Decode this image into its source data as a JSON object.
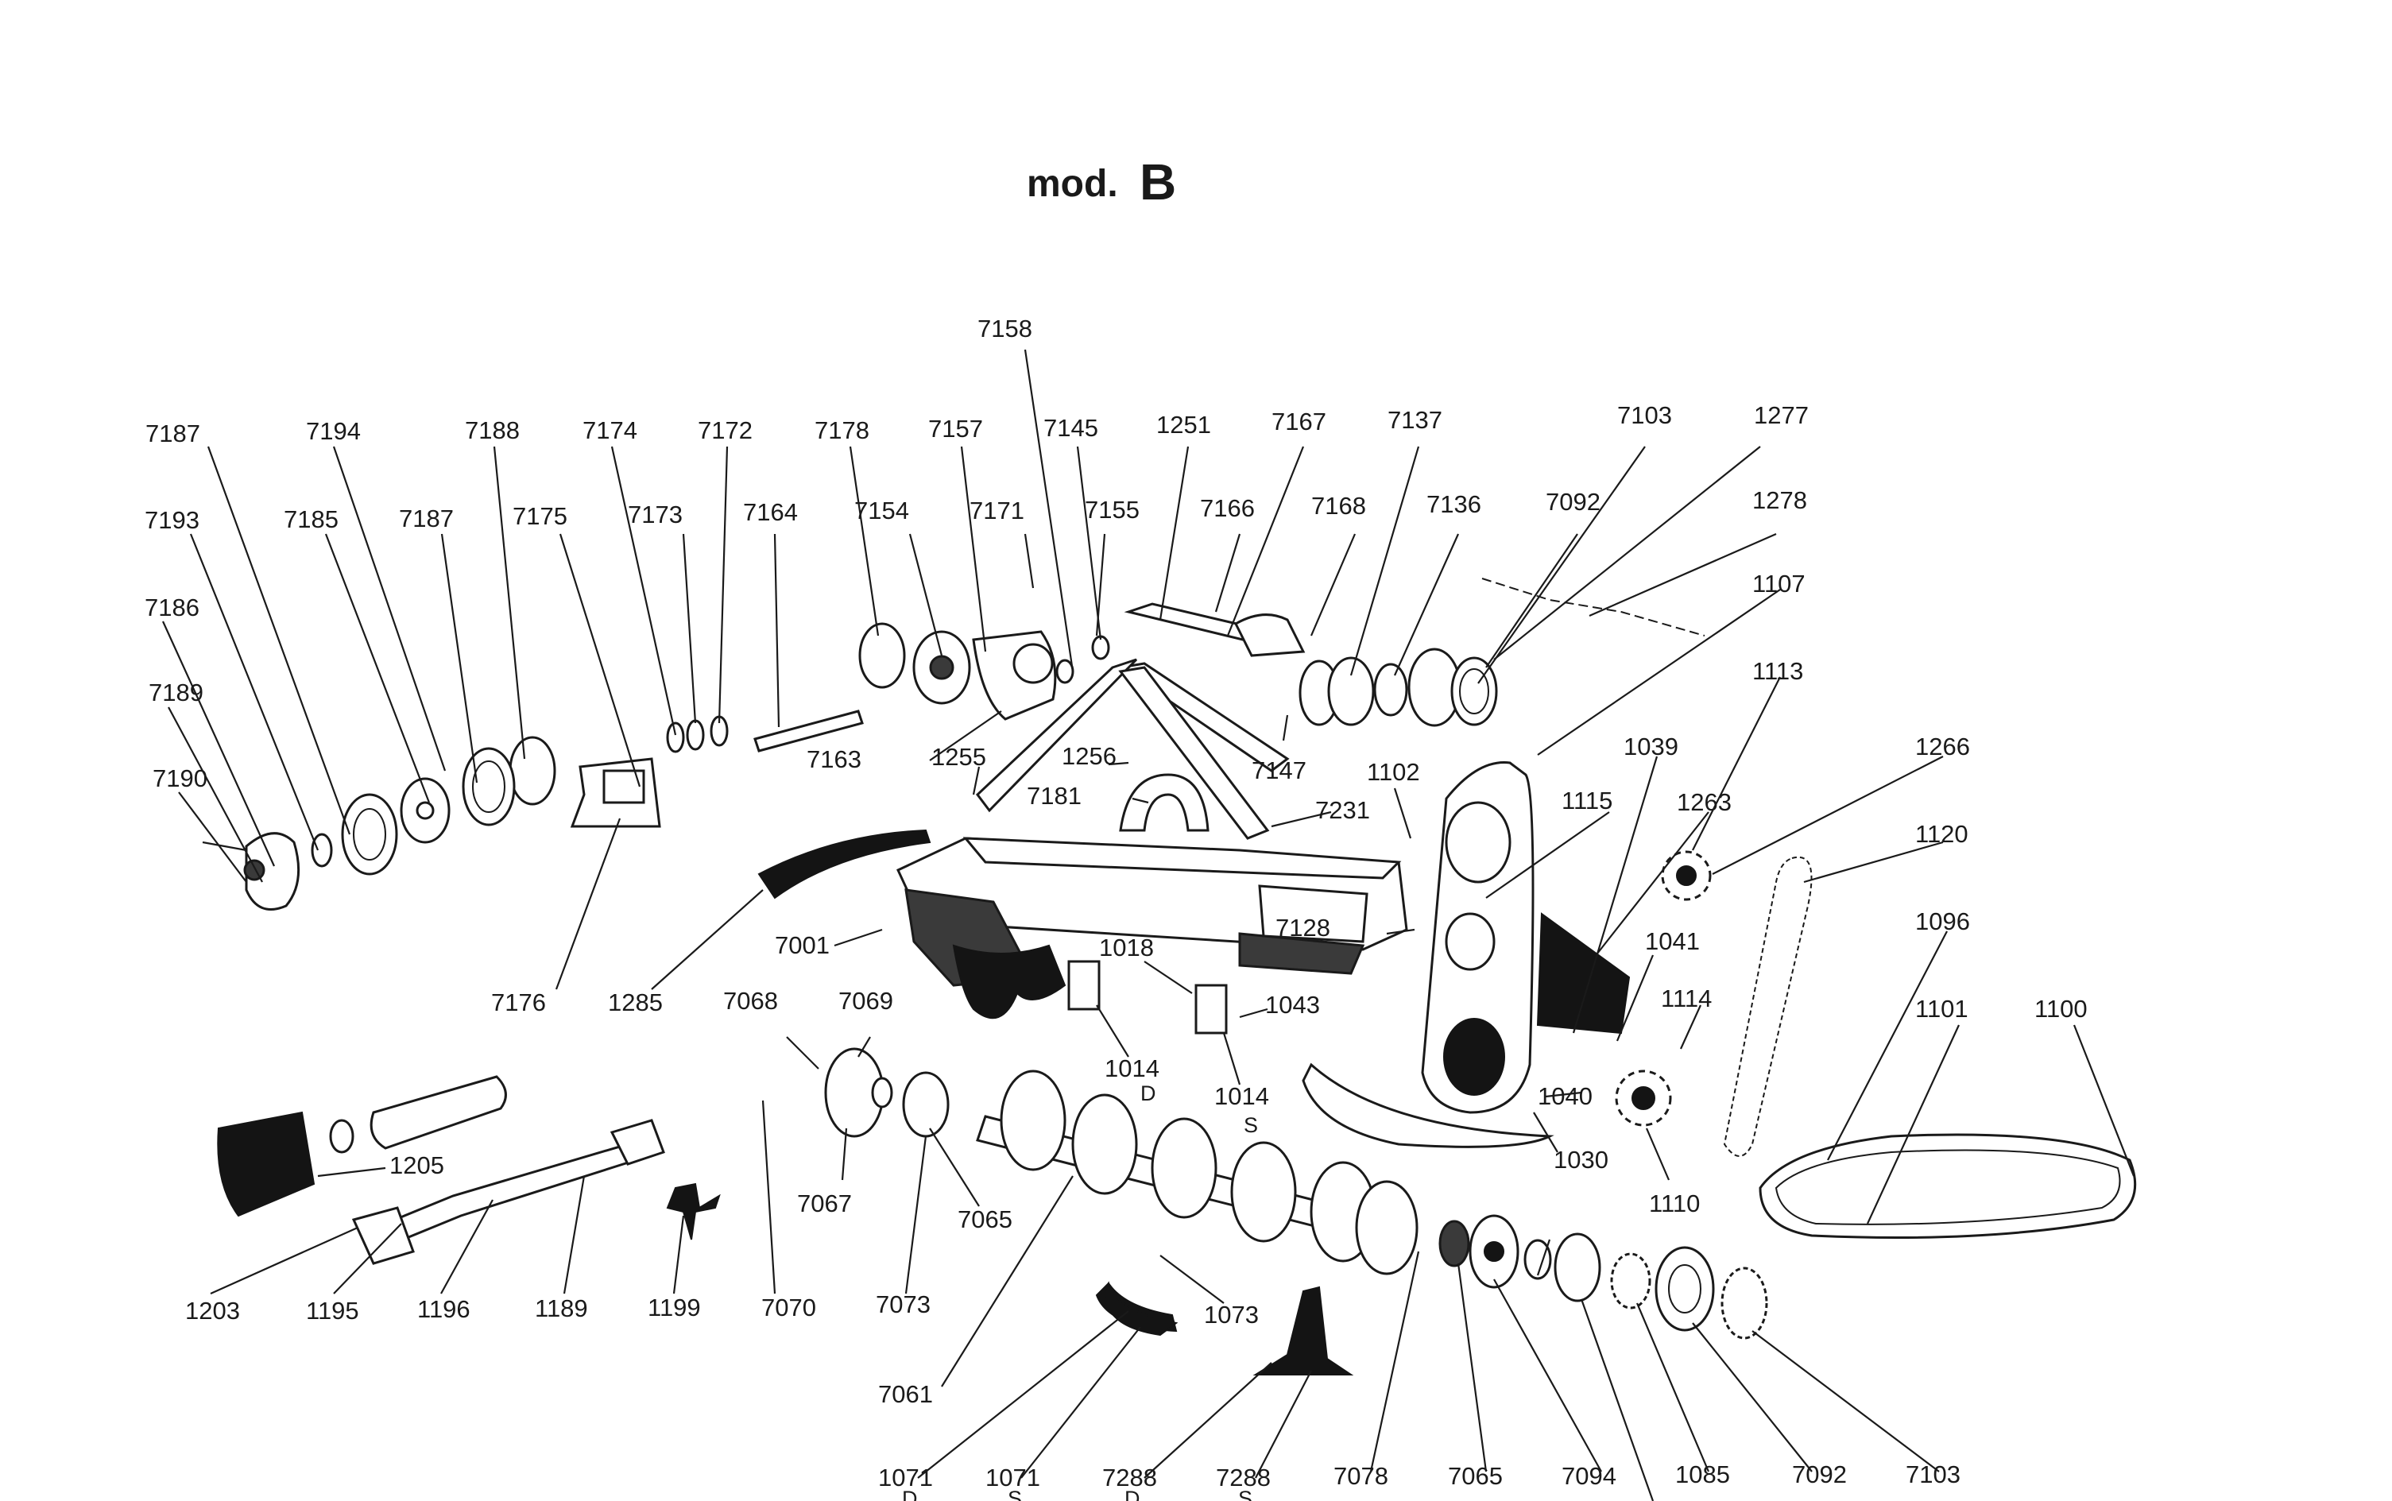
{
  "title": {
    "prefix": "mod.",
    "letter": "B"
  },
  "parts": [
    "7187",
    "7194",
    "7188",
    "7174",
    "7172",
    "7178",
    "7157",
    "7145",
    "1251",
    "7167",
    "7137",
    "7103",
    "1277",
    "7193",
    "7185",
    "7187",
    "7175",
    "7173",
    "7164",
    "7154",
    "7171",
    "7155",
    "7166",
    "7168",
    "7136",
    "7092",
    "1278",
    "7186",
    "7189",
    "7190",
    "7158",
    "1107",
    "1113",
    "1039",
    "1266",
    "1263",
    "1120",
    "1096",
    "1101",
    "1100",
    "7163",
    "1255",
    "1256",
    "7181",
    "7147",
    "1102",
    "7231",
    "1115",
    "7128",
    "7001",
    "1018",
    "1043",
    "1041",
    "1114",
    "7176",
    "1285",
    "7068",
    "7069",
    "1014",
    "1014",
    "1040",
    "1030",
    "1110",
    "1205",
    "7067",
    "7065",
    "1203",
    "1195",
    "1196",
    "1189",
    "1199",
    "7070",
    "7073",
    "1073",
    "7061",
    "1071",
    "1071",
    "7288",
    "7288",
    "7078",
    "7065",
    "7094",
    "1085",
    "7092",
    "7103"
  ],
  "suffixes": [
    "D",
    "S",
    "D",
    "S",
    "D",
    "S"
  ]
}
